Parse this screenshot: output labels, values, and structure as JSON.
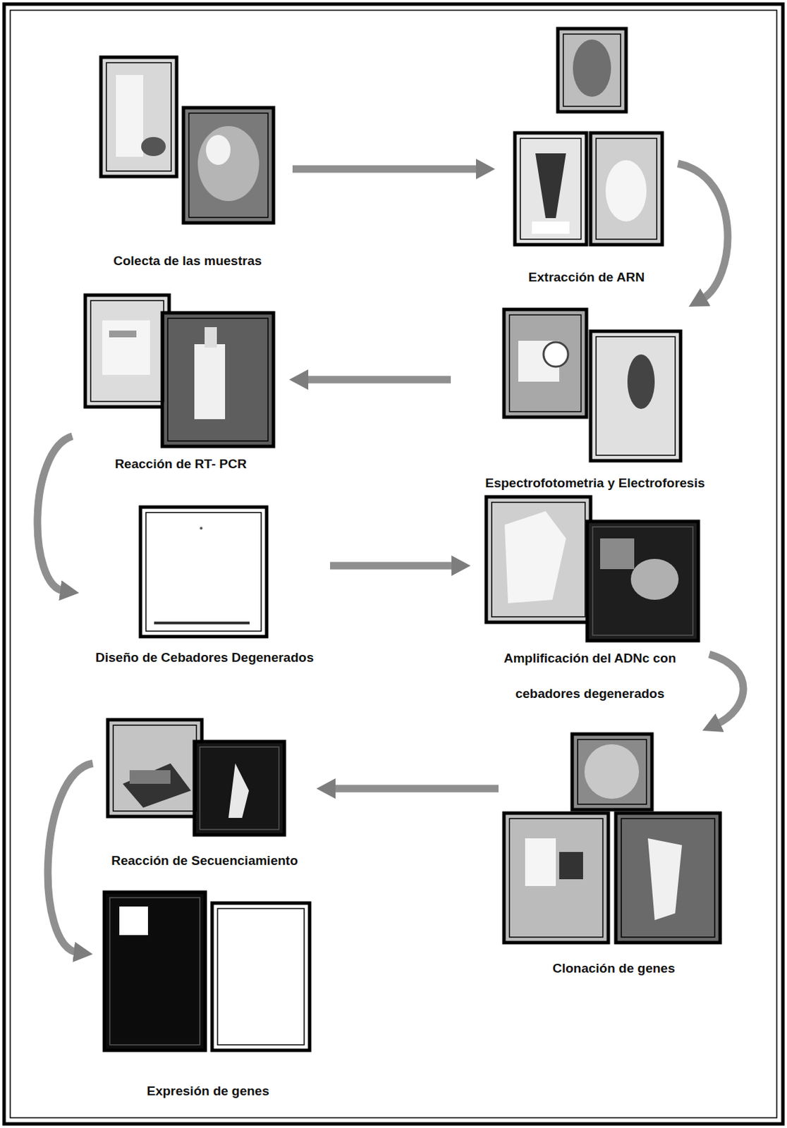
{
  "diagram": {
    "nodes": [
      {
        "text": [
          "Colecta de las muestras"
        ]
      },
      {
        "text": [
          "Extracción de ARN"
        ]
      },
      {
        "text": [
          "Espectrofotometria y Electroforesis"
        ]
      },
      {
        "text": [
          "Reacción de RT- PCR"
        ]
      },
      {
        "text": [
          "Diseño de Cebadores Degenerados"
        ]
      },
      {
        "text": [
          "Amplificación del ADNc con cebadores degenerados"
        ]
      },
      {
        "text": [
          "Clonación de genes"
        ]
      },
      {
        "text": [
          "Reacción de Secuenciamiento"
        ]
      },
      {
        "text": [
          "Expresión de genes"
        ]
      }
    ],
    "edges": [
      {
        "from": 0,
        "to": 1,
        "arrow": "to"
      },
      {
        "from": 1,
        "to": 2,
        "arrow": "to"
      },
      {
        "from": 2,
        "to": 3,
        "arrow": "to"
      },
      {
        "from": 3,
        "to": 4,
        "arrow": "to"
      },
      {
        "from": 4,
        "to": 5,
        "arrow": "to"
      },
      {
        "from": 5,
        "to": 6,
        "arrow": "to"
      },
      {
        "from": 6,
        "to": 7,
        "arrow": "to"
      },
      {
        "from": 7,
        "to": 8,
        "arrow": "to"
      }
    ]
  }
}
